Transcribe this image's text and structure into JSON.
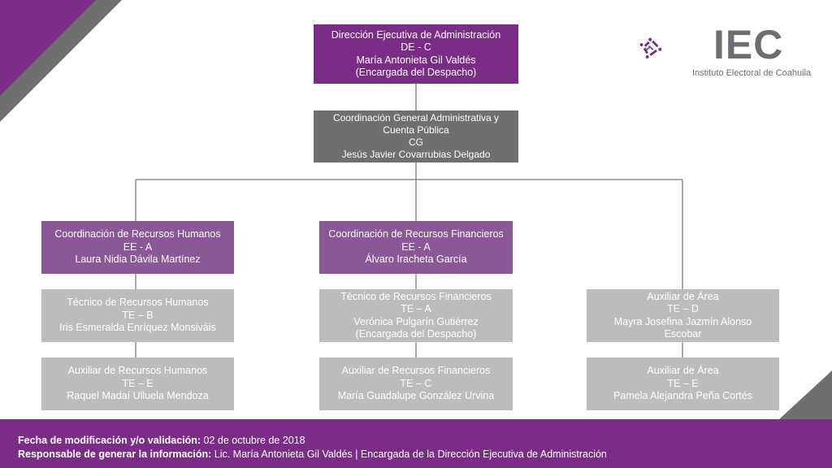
{
  "colors": {
    "purple": "#7b2c86",
    "dark_gray": "#6f6f70",
    "lilac": "#8a5797",
    "light_gray": "#bcbcbd",
    "logo_gray": "#6d6e71"
  },
  "logo": {
    "icon": "iec-logo-icon",
    "name": "IEC",
    "subtitle": "Instituto Electoral de Coahuila"
  },
  "org": {
    "director": [
      "Dirección Ejecutiva de Administración",
      "DE - C",
      "María Antonieta Gil Valdés",
      "(Encargada del Despacho)"
    ],
    "coordinator_general": [
      "Coordinación General Administrativa y",
      "Cuenta Pública",
      "CG",
      "Jesús Javier Covarrubias Delgado"
    ],
    "hr_coordination": [
      "Coordinación de Recursos Humanos",
      "EE - A",
      "Laura Nidia Dávila Martínez"
    ],
    "hr_technician": [
      "Técnico de Recursos Humanos",
      "TE – B",
      "Iris Esmeralda Enríquez Monsiváis"
    ],
    "hr_assistant": [
      "Auxiliar de Recursos Humanos",
      "TE – E",
      "Raquel Madaí Ulluela Mendoza"
    ],
    "fin_coordination": [
      "Coordinación de Recursos Financieros",
      "EE - A",
      "Álvaro Iracheta García"
    ],
    "fin_technician": [
      "Técnico de Recursos Financieros",
      "TE – A",
      "Verónica Pulgarín Gutiérrez",
      "(Encargada del Despacho)"
    ],
    "fin_assistant": [
      "Auxiliar de Recursos Financieros",
      "TE – C",
      "María Guadalupe González Urvina"
    ],
    "area_assistant_1": [
      "Auxiliar de Área",
      "TE – D",
      "Mayra Josefina Jazmín Alonso",
      "Escobar"
    ],
    "area_assistant_2": [
      "Auxiliar de Área",
      "TE – E",
      "Pamela Alejandra Peña Cortés"
    ]
  },
  "footer": {
    "modified_label": "Fecha de modificación y/o validación:",
    "modified_value": " 02 de octubre de 2018",
    "responsible_label": "Responsable de generar la información:",
    "responsible_value": " Lic. María Antonieta Gil Valdés | Encargada de la Dirección Ejecutiva de Administración"
  }
}
